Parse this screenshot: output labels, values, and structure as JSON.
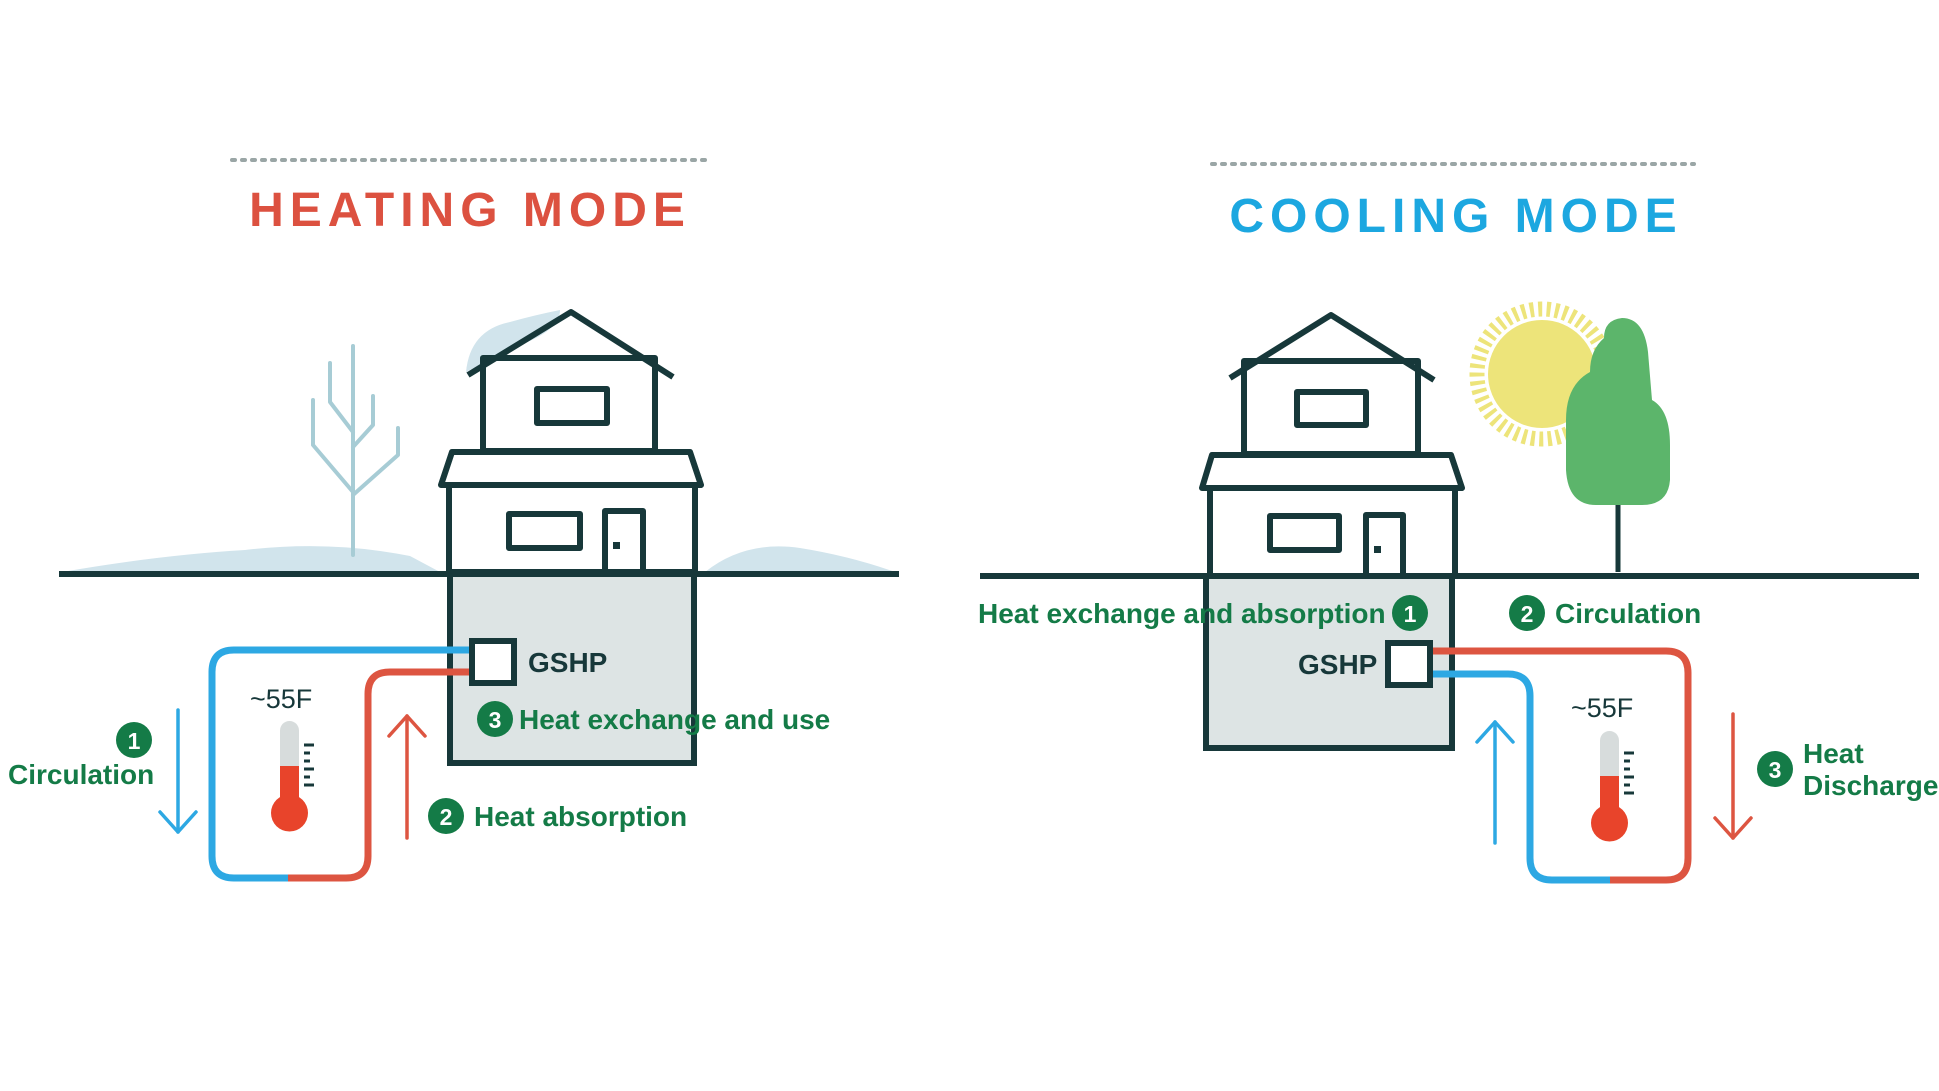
{
  "colors": {
    "heating_title": "#dc5140",
    "cooling_title": "#1ca7e0",
    "outline": "#17383a",
    "label_green": "#147b47",
    "pipe_cold": "#2da8e3",
    "pipe_hot": "#dd5541",
    "basement_fill": "#dde4e4",
    "snow": "#d1e4ec",
    "sun": "#ede47a",
    "tree": "#5cb56b"
  },
  "heating": {
    "title": "HEATING MODE",
    "gshp_label": "GSHP",
    "temperature": "~55F",
    "steps": [
      {
        "number": "1",
        "label": "Circulation"
      },
      {
        "number": "2",
        "label": "Heat absorption"
      },
      {
        "number": "3",
        "label": "Heat exchange and use"
      }
    ],
    "icons": [
      "house-icon",
      "bare-tree-icon",
      "snow-drift-icon",
      "thermometer-icon"
    ]
  },
  "cooling": {
    "title": "COOLING MODE",
    "gshp_label": "GSHP",
    "temperature": "~55F",
    "steps": [
      {
        "number": "1",
        "label": "Heat exchange and absorption"
      },
      {
        "number": "2",
        "label": "Circulation"
      },
      {
        "number": "3",
        "label_line1": "Heat",
        "label_line2": "Discharge"
      }
    ],
    "icons": [
      "house-icon",
      "sun-icon",
      "leafy-tree-icon",
      "thermometer-icon"
    ]
  }
}
